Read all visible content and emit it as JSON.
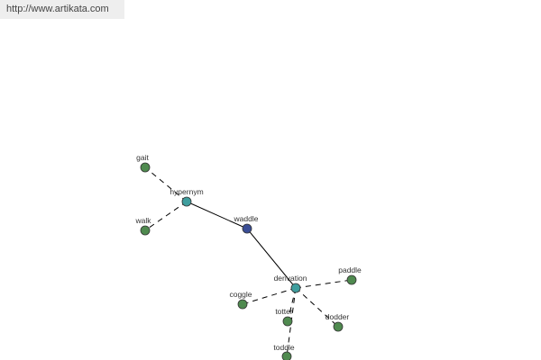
{
  "header": {
    "url": "http://www.artikata.com"
  },
  "colors": {
    "word": "#4f8a4f",
    "relation": "#3f9e9e",
    "center": "#3a4e96"
  },
  "graph": {
    "nodes": [
      {
        "id": "waddle",
        "label": "waddle",
        "kind": "center"
      },
      {
        "id": "hypernym",
        "label": "hypernym",
        "kind": "relation"
      },
      {
        "id": "derivation",
        "label": "derivation",
        "kind": "relation"
      },
      {
        "id": "gait",
        "label": "gait",
        "kind": "word"
      },
      {
        "id": "walk",
        "label": "walk",
        "kind": "word"
      },
      {
        "id": "paddle",
        "label": "paddle",
        "kind": "word"
      },
      {
        "id": "coggle",
        "label": "coggle",
        "kind": "word"
      },
      {
        "id": "totter",
        "label": "totter",
        "kind": "word"
      },
      {
        "id": "dodder",
        "label": "dodder",
        "kind": "word"
      },
      {
        "id": "toddle",
        "label": "toddle",
        "kind": "word"
      }
    ],
    "edges": [
      {
        "from": "waddle",
        "to": "hypernym",
        "style": "solid"
      },
      {
        "from": "waddle",
        "to": "derivation",
        "style": "solid"
      },
      {
        "from": "hypernym",
        "to": "gait",
        "style": "dashed"
      },
      {
        "from": "hypernym",
        "to": "walk",
        "style": "dashed"
      },
      {
        "from": "derivation",
        "to": "paddle",
        "style": "dashed"
      },
      {
        "from": "derivation",
        "to": "coggle",
        "style": "dashed"
      },
      {
        "from": "derivation",
        "to": "totter",
        "style": "dashed"
      },
      {
        "from": "derivation",
        "to": "dodder",
        "style": "dashed"
      },
      {
        "from": "derivation",
        "to": "toddle",
        "style": "dashed"
      }
    ]
  }
}
